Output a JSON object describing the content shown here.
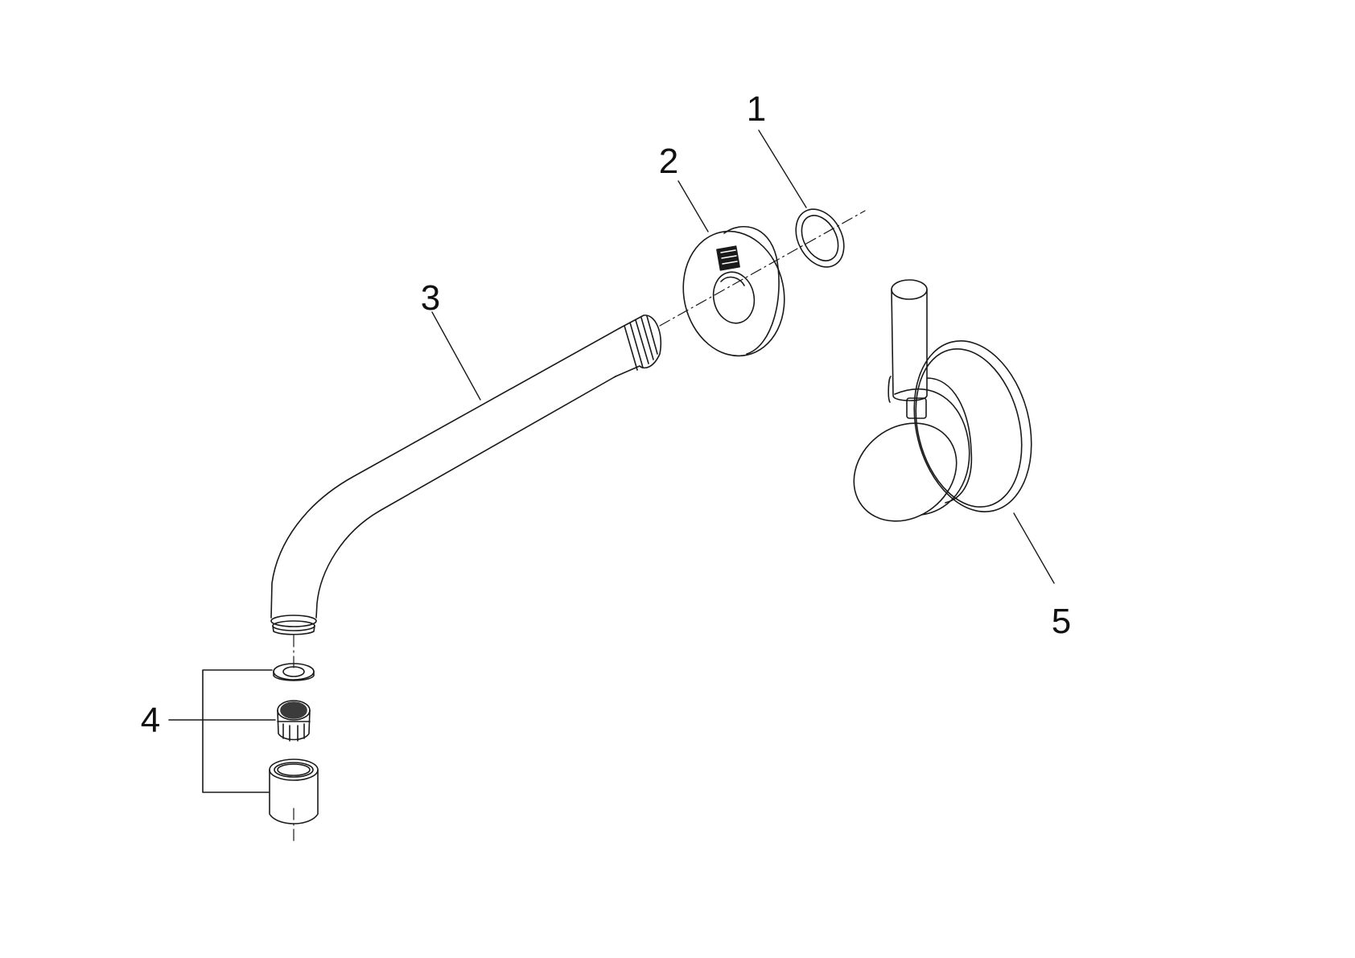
{
  "diagram": {
    "kind": "exploded-parts-view",
    "colors": {
      "line": "#1a1a1a",
      "background": "#ffffff"
    },
    "callouts": [
      {
        "id": "1",
        "label": "1",
        "part": "sealing-ring"
      },
      {
        "id": "2",
        "label": "2",
        "part": "wall-rosette"
      },
      {
        "id": "3",
        "label": "3",
        "part": "spout"
      },
      {
        "id": "4",
        "label": "4",
        "part": "aerator-set"
      },
      {
        "id": "5",
        "label": "5",
        "part": "single-lever-mixer"
      }
    ]
  }
}
